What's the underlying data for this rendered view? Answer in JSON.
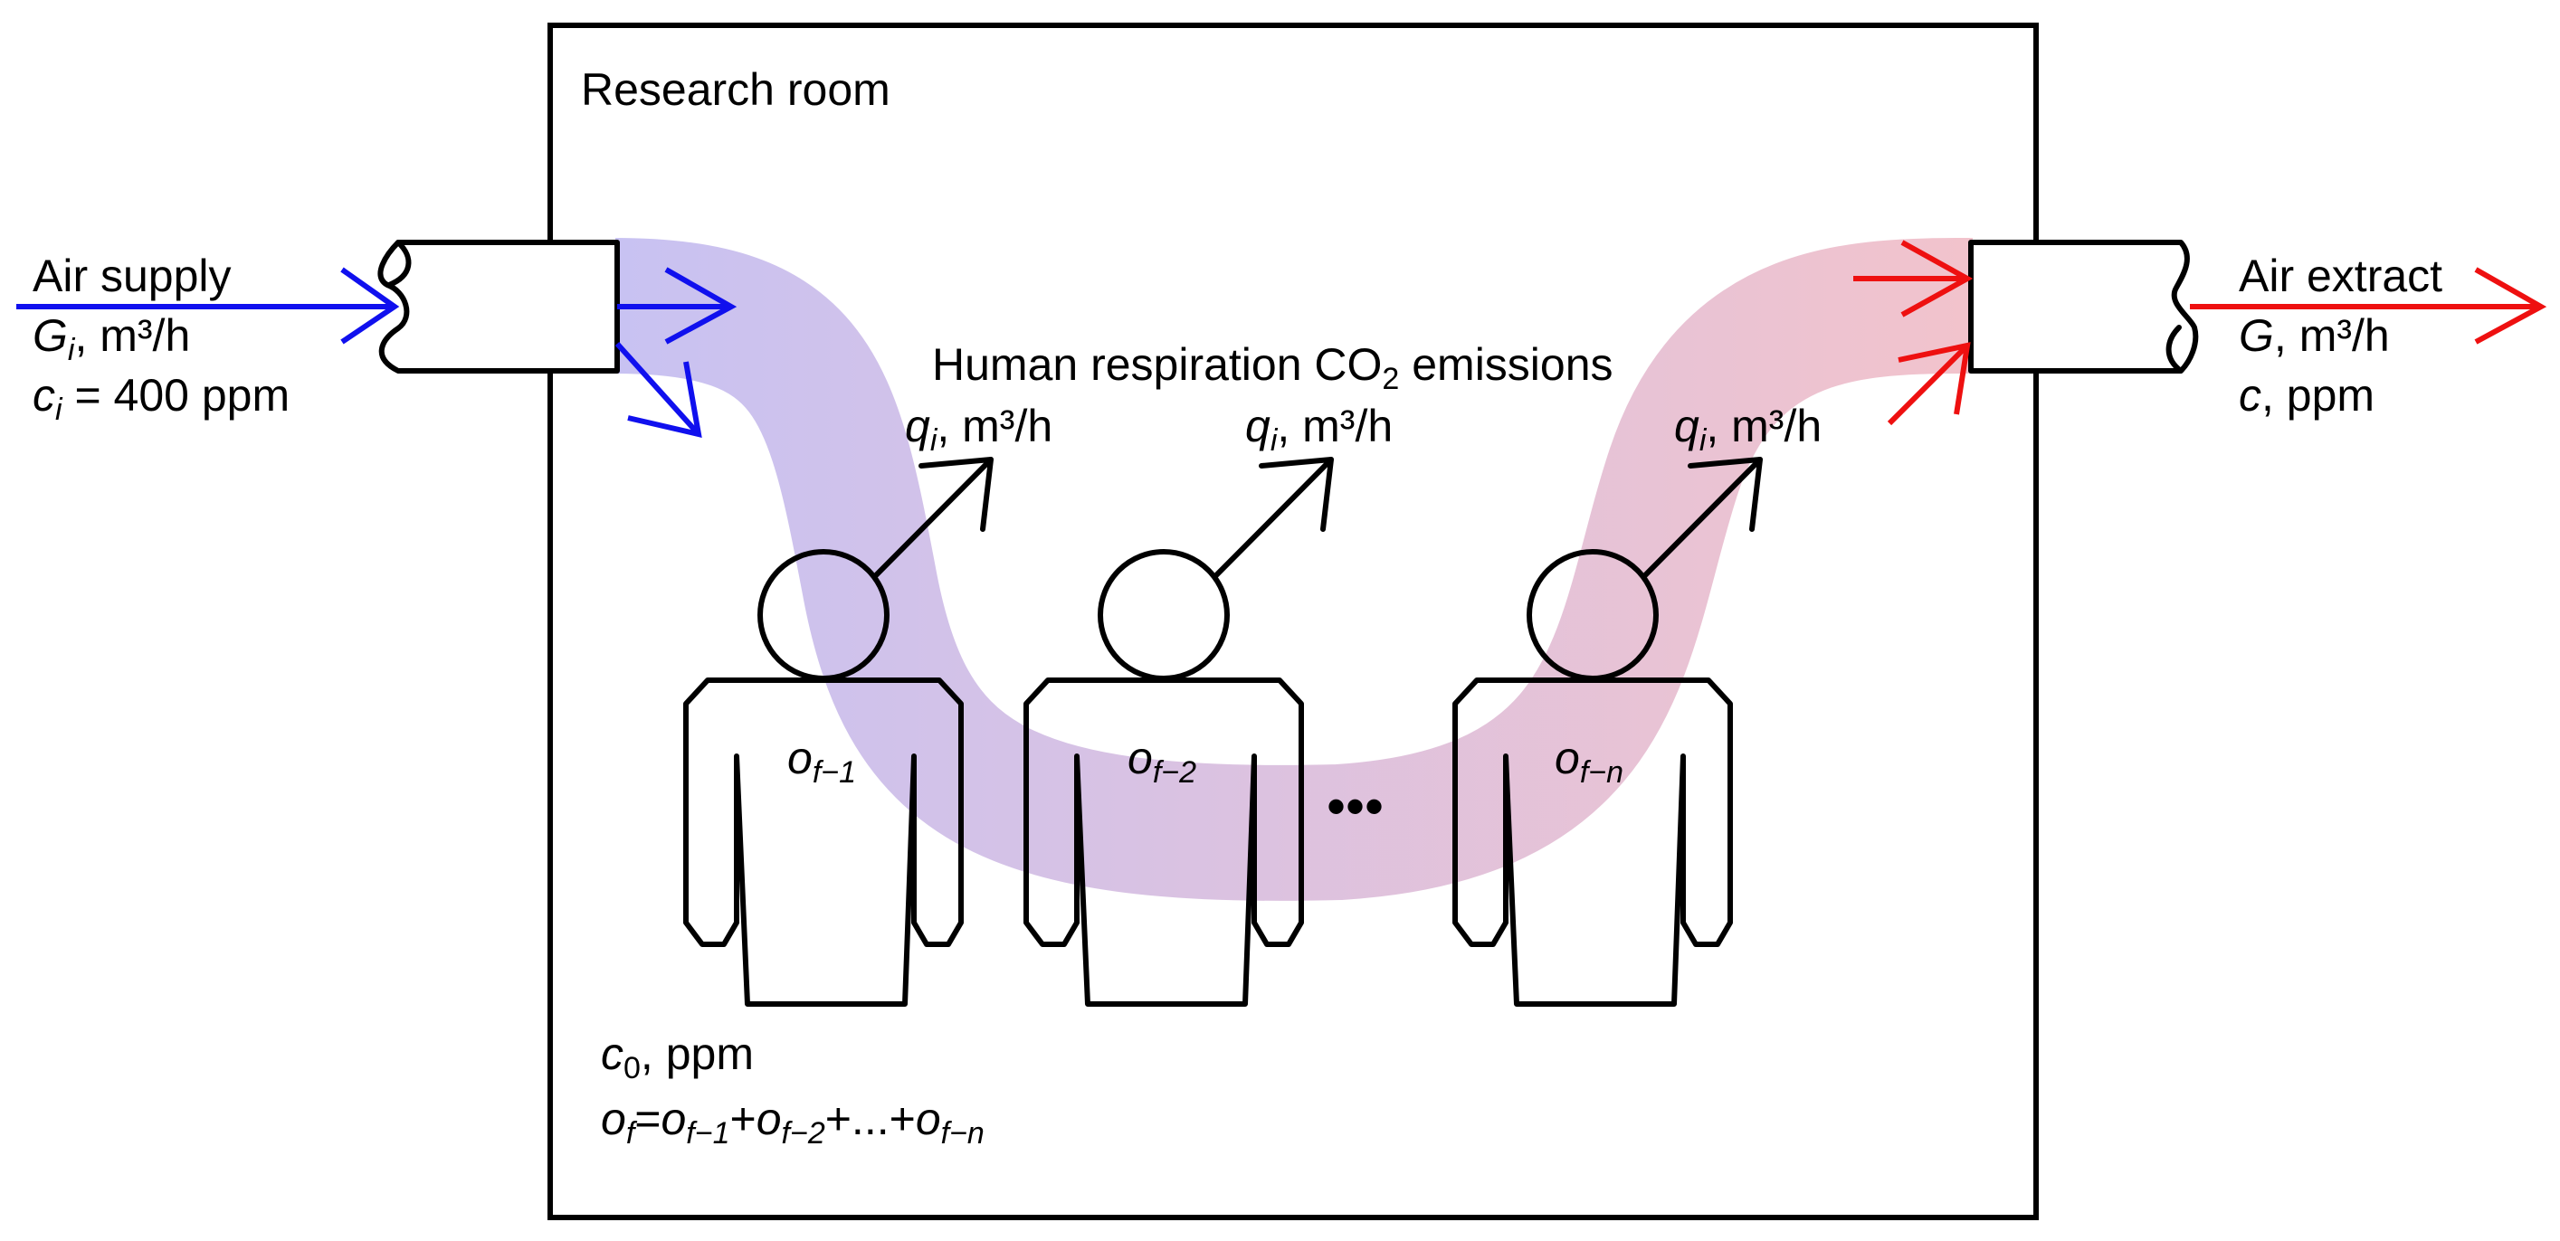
{
  "colors": {
    "supply": "#1010ee",
    "extract": "#ee1010",
    "flow_start": "#c8c2f2",
    "flow_end": "#f2c3cc",
    "outline": "#000000"
  },
  "room": {
    "title": "Research room"
  },
  "supply": {
    "title": "Air supply",
    "flow_symbol": "G",
    "flow_subscript": "i",
    "flow_unit": ", m³/h",
    "conc_symbol": "c",
    "conc_subscript": "i",
    "conc_value": " = 400 ppm"
  },
  "extract": {
    "title": "Air extract",
    "flow_symbol": "G",
    "flow_unit": ", m³/h",
    "conc_symbol": "c",
    "conc_unit": ", ppm"
  },
  "emissions": {
    "title_prefix": "Human respiration CO",
    "title_subscript": "2",
    "title_suffix": " emissions",
    "rate_symbol": "q",
    "rate_subscript": "i",
    "rate_unit": ", m³/h"
  },
  "people": [
    {
      "symbol": "o",
      "subscript": "f−1"
    },
    {
      "symbol": "o",
      "subscript": "f−2"
    },
    {
      "symbol": "o",
      "subscript": "f−n"
    }
  ],
  "ellipsis": "•••",
  "initial": {
    "conc_symbol": "c",
    "conc_subscript": "0",
    "conc_unit": ", ppm"
  },
  "formula": {
    "lhs_symbol": "o",
    "lhs_subscript": "f",
    "equals": "=",
    "t1_symbol": "o",
    "t1_subscript": "f−1",
    "plus": "+",
    "t2_symbol": "o",
    "t2_subscript": "f−2",
    "dots": "+...+",
    "t3_symbol": "o",
    "t3_subscript": "f−n"
  }
}
